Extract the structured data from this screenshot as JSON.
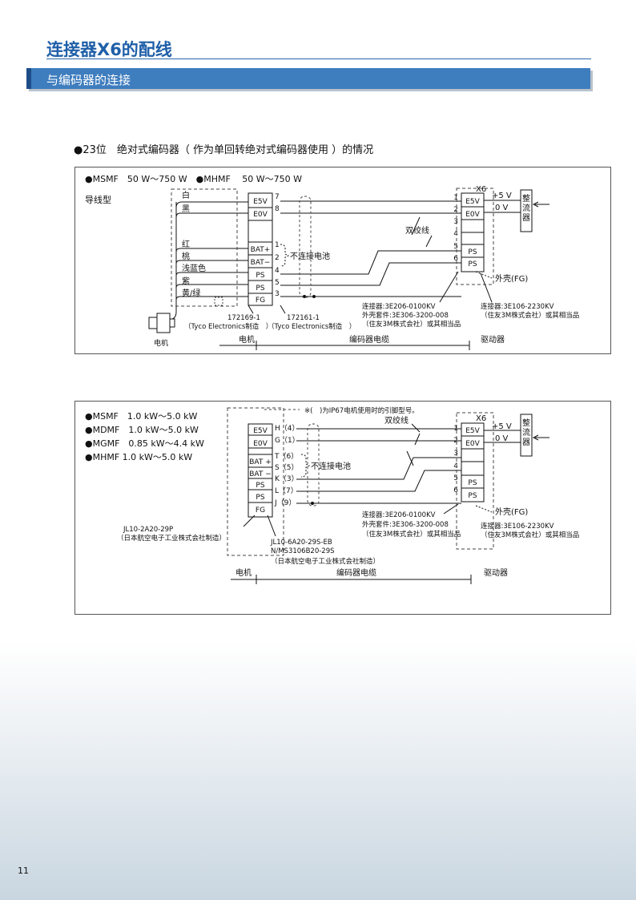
{
  "page": {
    "title": "连接器X6的配线",
    "section": "与编码器的连接",
    "page_number": "11"
  },
  "heading": "●23位　绝对式编码器（ 作为单回转绝对式编码器使用 ）的情况",
  "diagram1": {
    "models": "●MSMF　50 W～750 W　●MHMF　 50 W～750 W",
    "type_label": "导线型",
    "wire_colors": [
      "白",
      "黑",
      "红",
      "桃",
      "浅蓝色",
      "紫",
      "黄/绿"
    ],
    "motor_pins": [
      "E5V",
      "E0V",
      "BAT+",
      "BAT−",
      "PS",
      "PS",
      "FG"
    ],
    "motor_pin_numbers": [
      "7",
      "8",
      "1",
      "2",
      "4",
      "5",
      "3"
    ],
    "no_battery": "不连接电池",
    "twisted": "双绞线",
    "x6_label": "X6",
    "x6_pin_numbers": [
      "1",
      "2",
      "3",
      "4",
      "5",
      "6"
    ],
    "x6_pins": [
      "E5V",
      "E0V",
      "PS",
      "PS"
    ],
    "v5": "+5 V",
    "v0": "0 V",
    "rectifier": "整流器",
    "shell": "外壳(FG)",
    "conn_a1": "172169-1",
    "conn_a2": "（Tyco Electronics制造　）",
    "conn_b1": "172161-1",
    "conn_b2": "（Tyco Electronics制造　）",
    "cable_conn1": "连接器:3E206-0100KV",
    "cable_conn2": "外壳套件:3E306-3200-008",
    "cable_conn3": "（住友3M株式会社）或其相当品",
    "drv_conn1": "连接器:3E106-2230KV",
    "drv_conn2": "（住友3M株式会社）或其相当品",
    "motor_label": "电机",
    "motor_side": "电机",
    "cable_label": "编码器电缆",
    "driver_label": "驱动器"
  },
  "diagram2": {
    "models": [
      "●MSMF　1.0 kW～5.0 kW",
      "●MDMF　1.0 kW～5.0 kW",
      "●MGMF　0.85 kW～4.4 kW",
      "●MHMF  1.0 kW～5.0 kW"
    ],
    "note": "※(　)为IP67电机使用时的引脚型号。",
    "motor_pins": [
      "E5V",
      "E0V",
      "BAT +",
      "BAT −",
      "PS",
      "PS",
      "FG"
    ],
    "pin_letters": [
      "H（4）",
      "G（1）",
      "T（6）",
      "S（5）",
      "K（3）",
      "L（7）",
      "J（9）"
    ],
    "no_battery": "不连接电池",
    "twisted": "双绞线",
    "x6_label": "X6",
    "x6_pin_numbers": [
      "1",
      "2",
      "3",
      "4",
      "5",
      "6"
    ],
    "x6_pins": [
      "E5V",
      "E0V",
      "PS",
      "PS"
    ],
    "v5": "+5 V",
    "v0": "0 V",
    "rectifier": "整流器",
    "shell": "外壳(FG)",
    "motor_conn1": "JL10-2A20-29P",
    "motor_conn2": "（日本航空电子工业株式会社制造）",
    "plug1": "JL10-6A20-29S-EB",
    "plug2": "N/MS3106B20-29S",
    "plug3": "（日本航空电子工业株式会社制造）",
    "cable_conn1": "连接器:3E206-0100KV",
    "cable_conn2": "外壳套件:3E306-3200-008",
    "cable_conn3": "（住友3M株式会社）或其相当品",
    "drv_conn1": "连接器:3E106-2230KV",
    "drv_conn2": "（住友3M株式会社）或其相当品",
    "motor_side": "电机",
    "cable_label": "编码器电缆",
    "driver_label": "驱动器"
  }
}
